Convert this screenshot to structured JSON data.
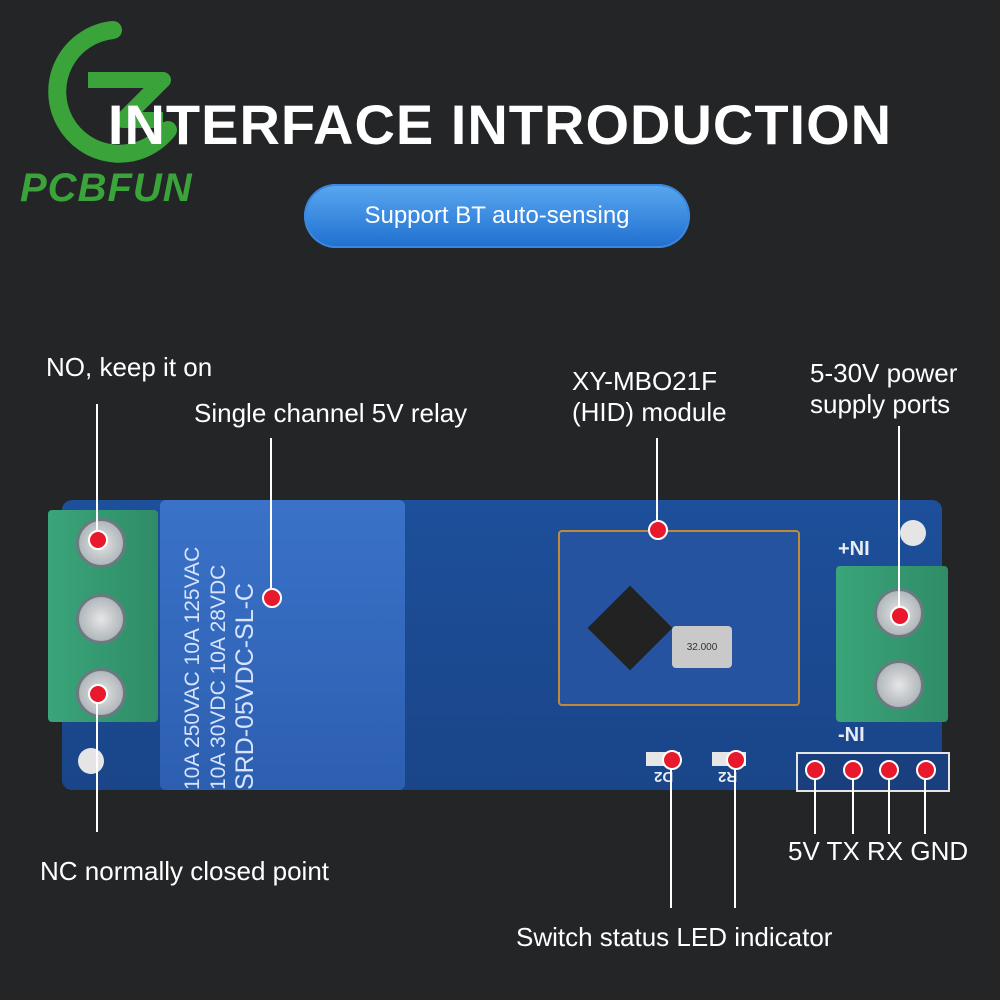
{
  "logo": {
    "text": "PCBFUN",
    "accent": "#3aa33a"
  },
  "title": "INTERFACE INTRODUCTION",
  "pill": {
    "label": "Support BT auto-sensing",
    "color": "#2a7de0"
  },
  "labels": {
    "no": "NO, keep it on",
    "relay": "Single channel 5V relay",
    "module_line1": "XY-MBO21F",
    "module_line2": "(HID) module",
    "power_line1": "5-30V power",
    "power_line2": "supply ports",
    "nc": "NC normally closed point",
    "pins": "5V TX RX GND",
    "led": "Switch status LED indicator"
  },
  "board": {
    "relay_line1": "10A 250VAC 10A 125VAC",
    "relay_line2": "10A 30VDC 10A 28VDC",
    "relay_line3": "SRD-05VDC-SL-C",
    "crystal": "32.000",
    "plus_in": "+NI",
    "minus_in": "-NI",
    "led_d2": "D2",
    "led_r2": "R2"
  },
  "colors": {
    "marker": "#e8192c",
    "background": "#232527",
    "board": "#1d4f9a"
  }
}
